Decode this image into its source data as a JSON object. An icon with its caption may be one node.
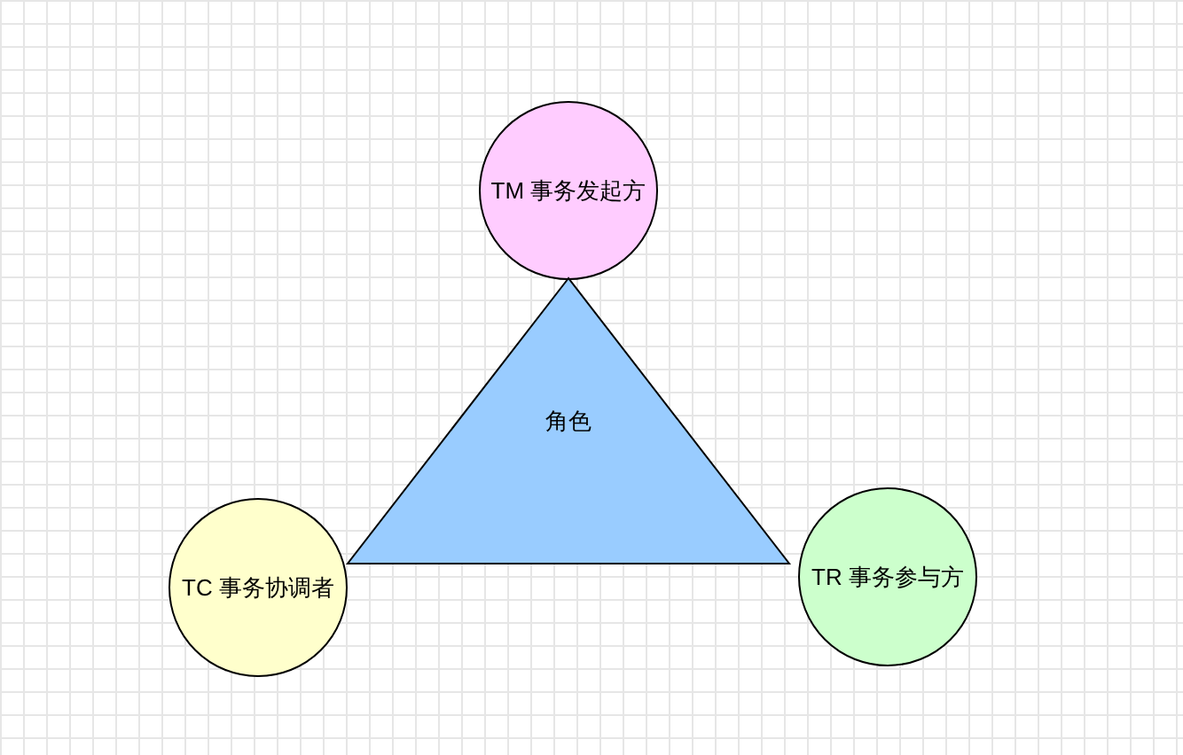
{
  "diagram": {
    "nodes": [
      {
        "text": [
          "TM 事务发起方"
        ]
      },
      {
        "text": [
          "角色"
        ]
      },
      {
        "text": [
          "TC 事务协调者"
        ]
      },
      {
        "text": [
          "TR 事务参与方"
        ]
      }
    ]
  }
}
